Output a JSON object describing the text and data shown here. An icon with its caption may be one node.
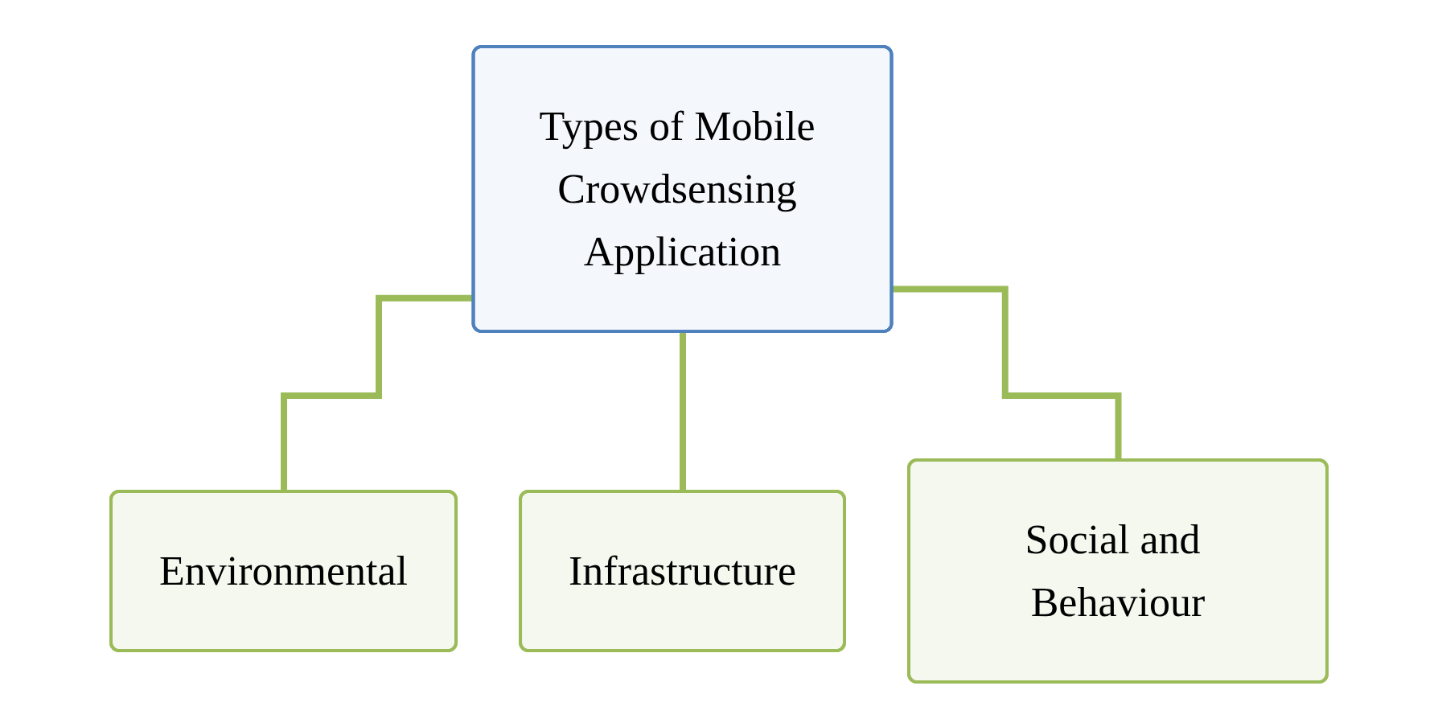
{
  "diagram": {
    "nodes": [
      {
        "text": [
          "Types of Mobile Crowdsensing Application"
        ]
      },
      {
        "text": [
          "Environmental"
        ]
      },
      {
        "text": [
          "Infrastructure"
        ]
      },
      {
        "text": [
          "Social and Behaviour"
        ]
      }
    ],
    "edges": [
      {
        "from": 0,
        "to": 1,
        "arrow": "none"
      },
      {
        "from": 0,
        "to": 2,
        "arrow": "none"
      },
      {
        "from": 0,
        "to": 3,
        "arrow": "none"
      }
    ]
  }
}
